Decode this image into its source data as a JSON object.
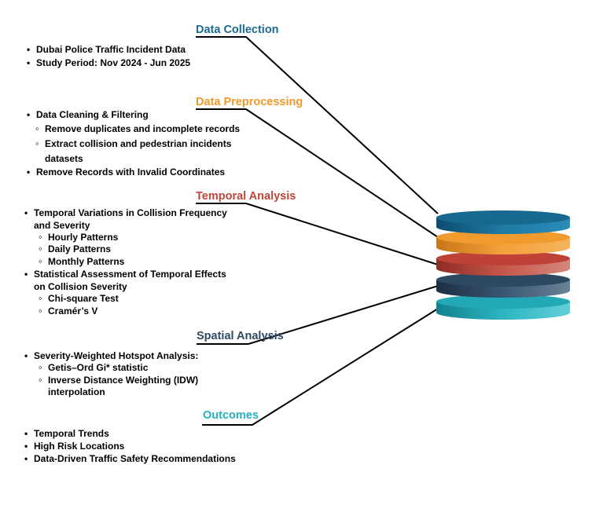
{
  "colors": {
    "data_collection": "#1a6a91",
    "data_preprocessing": "#f0982a",
    "temporal_analysis": "#c0453a",
    "spatial_analysis": "#2f4b63",
    "outcomes": "#26b1bd",
    "connector": "#000000"
  },
  "sections": {
    "data_collection": {
      "title": "Data Collection",
      "items": [
        "Dubai Police Traffic Incident Data",
        "Study Period: Nov 2024 - Jun 2025"
      ]
    },
    "data_preprocessing": {
      "title": "Data Preprocessing",
      "item1": "Data Cleaning & Filtering",
      "sub1": "Remove duplicates and incomplete records",
      "sub2_line1": "Extract collision and pedestrian incidents",
      "sub2_line2": "datasets",
      "item2": "Remove Records with Invalid Coordinates"
    },
    "temporal_analysis": {
      "title": "Temporal Analysis",
      "item1_line1": "Temporal Variations in Collision Frequency",
      "item1_line2": "and Severity",
      "sub_items1": [
        "Hourly Patterns",
        "Daily Patterns",
        "Monthly Patterns"
      ],
      "item2_line1": "Statistical Assessment of Temporal Effects",
      "item2_line2": "on Collision Severity",
      "sub_items2": [
        "Chi-square Test",
        "Cramér’s V"
      ]
    },
    "spatial_analysis": {
      "title": "Spatial Analysis",
      "item1": "Severity-Weighted Hotspot Analysis:",
      "sub1": "Getis–Ord Gi* statistic",
      "sub2_line1": "Inverse Distance Weighting (IDW)",
      "sub2_line2": "interpolation"
    },
    "outcomes": {
      "title": "Outcomes",
      "items": [
        "Temporal Trends",
        "High Risk Locations",
        "Data-Driven Traffic Safety Recommendations"
      ]
    }
  }
}
